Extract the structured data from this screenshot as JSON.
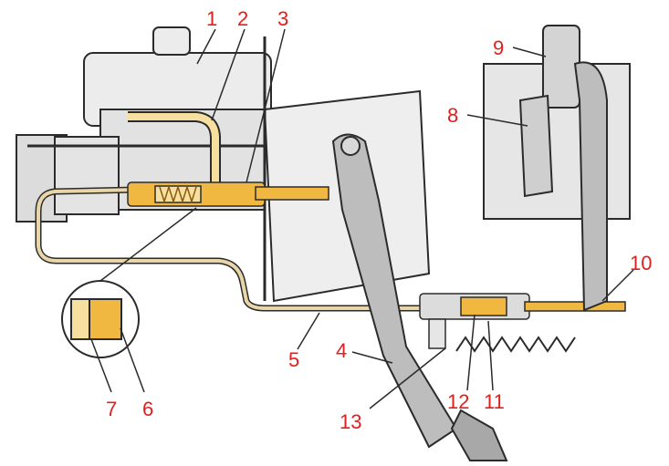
{
  "colors": {
    "callout": "#e0201c",
    "metal": "#e6e6e6",
    "metal_dark": "#cfcfcf",
    "outline": "#2b2b2b",
    "hydraulic": "#f0b840",
    "hydraulic_light": "#f7dfa0",
    "pipe": "#e8d6a8",
    "pedal": "#bdbdbd"
  },
  "callouts": [
    {
      "id": "1",
      "text": "1"
    },
    {
      "id": "2",
      "text": "2"
    },
    {
      "id": "3",
      "text": "3"
    },
    {
      "id": "4",
      "text": "4"
    },
    {
      "id": "5",
      "text": "5"
    },
    {
      "id": "6",
      "text": "6"
    },
    {
      "id": "7",
      "text": "7"
    },
    {
      "id": "8",
      "text": "8"
    },
    {
      "id": "9",
      "text": "9"
    },
    {
      "id": "10",
      "text": "10"
    },
    {
      "id": "11",
      "text": "11"
    },
    {
      "id": "12",
      "text": "12"
    },
    {
      "id": "13",
      "text": "13"
    }
  ]
}
